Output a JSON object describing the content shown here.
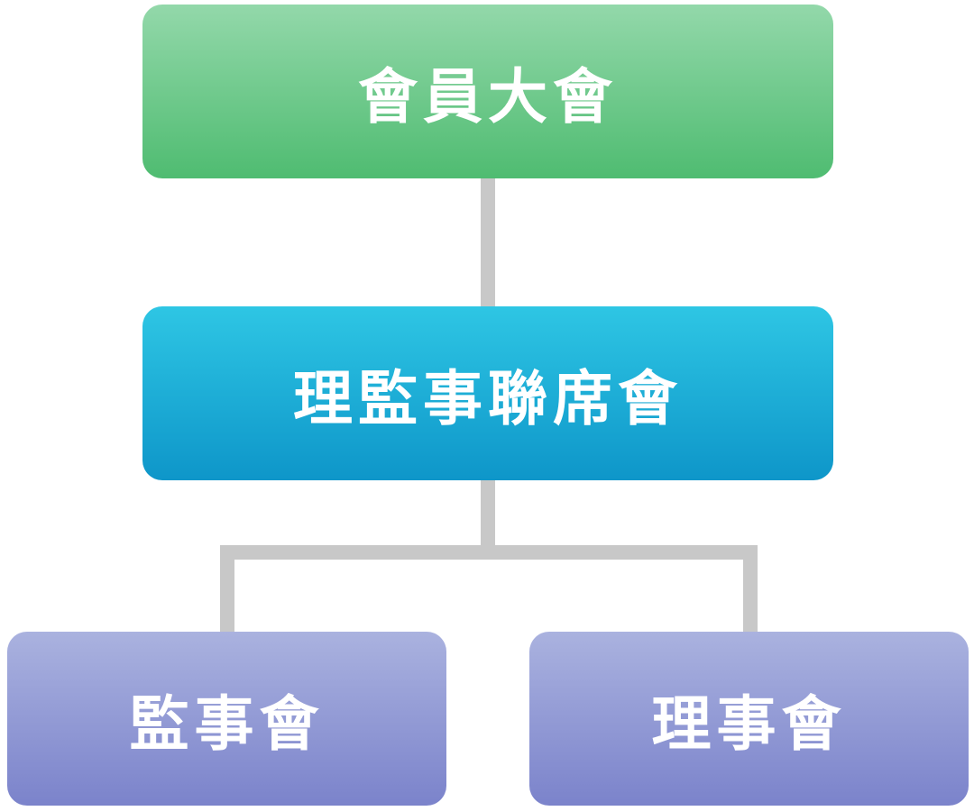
{
  "diagram": {
    "type": "org-chart",
    "nodes": {
      "general_assembly": "會員大會",
      "joint_board": "理監事聯席會",
      "supervisors_board": "監事會",
      "directors_board": "理事會"
    },
    "colors": {
      "top_node": "#4fbc71",
      "middle_node": "#0e96c9",
      "bottom_nodes": "#7b83cb",
      "connector": "#c8c8c8"
    }
  }
}
